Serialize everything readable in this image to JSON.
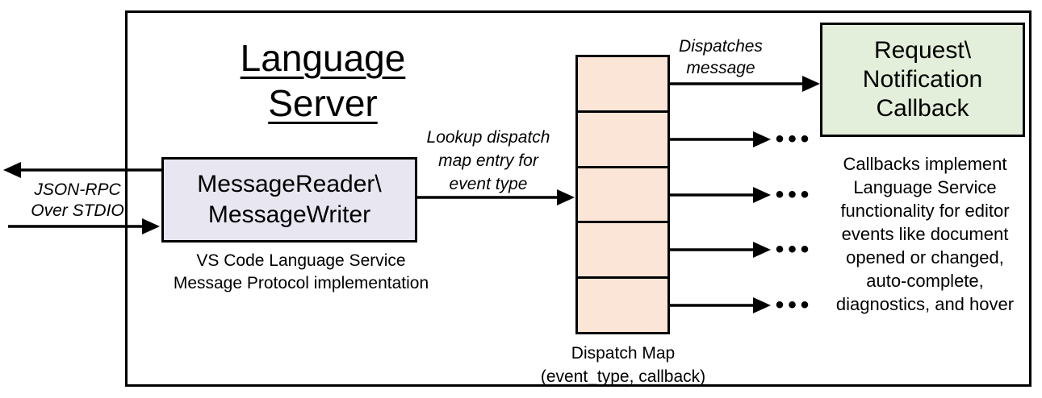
{
  "title": "Language Server",
  "io_label": "JSON-RPC\nOver STDIO",
  "reader_box": {
    "label": "MessageReader\\\nMessageWriter",
    "caption": "VS Code Language Service\nMessage Protocol implementation"
  },
  "lookup_label": "Lookup dispatch\nmap entry for\nevent type",
  "dispatches_label": "Dispatches\nmessage",
  "dispatch_map": {
    "caption": "Dispatch Map\n(event_type, callback)",
    "rows": 5
  },
  "callback_box": {
    "label": "Request\\\nNotification\nCallback"
  },
  "callbacks_note": "Callbacks implement\nLanguage Service\nfunctionality for editor\nevents like document\nopened or changed,\nauto-complete,\ndiagnostics, and hover",
  "ellipsis": "•••",
  "colors": {
    "reader_fill": "#E7E6F1",
    "map_fill": "#FBE5D6",
    "callback_fill": "#E3EFDA",
    "line": "#000000"
  }
}
